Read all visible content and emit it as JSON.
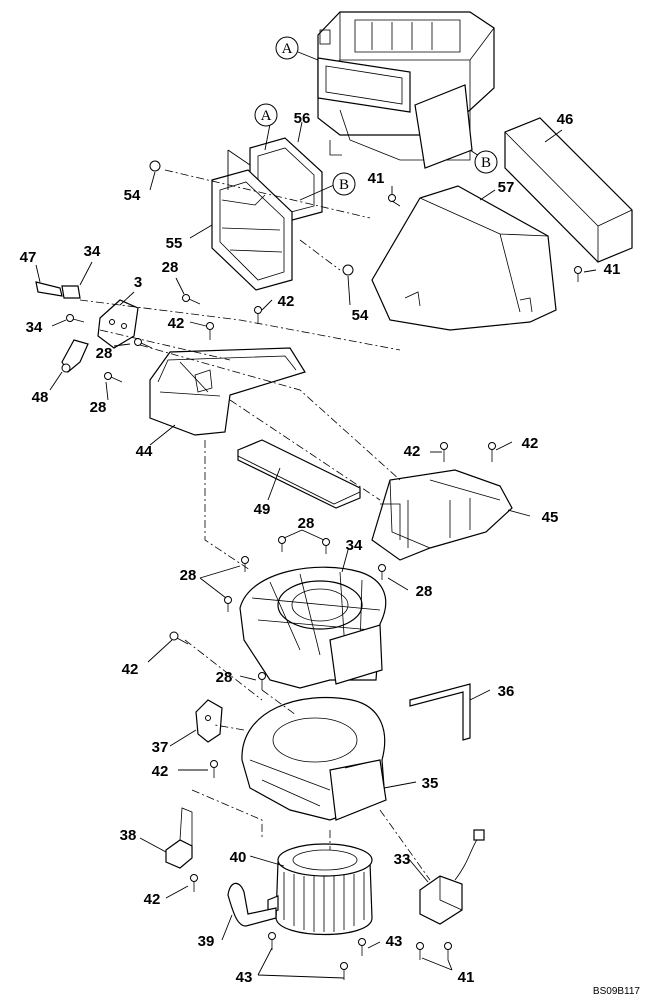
{
  "diagram_code": "BS09B117",
  "reference_letters": [
    {
      "id": "ref-a-top",
      "text": "A"
    },
    {
      "id": "ref-a-filter",
      "text": "A"
    },
    {
      "id": "ref-b-filter",
      "text": "B"
    },
    {
      "id": "ref-b-top",
      "text": "B"
    }
  ],
  "callouts": [
    {
      "id": "c46",
      "text": "46"
    },
    {
      "id": "c56",
      "text": "56"
    },
    {
      "id": "c54a",
      "text": "54"
    },
    {
      "id": "c41a",
      "text": "41"
    },
    {
      "id": "c57",
      "text": "57"
    },
    {
      "id": "c55",
      "text": "55"
    },
    {
      "id": "c41b",
      "text": "41"
    },
    {
      "id": "c54b",
      "text": "54"
    },
    {
      "id": "c47",
      "text": "47"
    },
    {
      "id": "c34a",
      "text": "34"
    },
    {
      "id": "c3",
      "text": "3"
    },
    {
      "id": "c28a",
      "text": "28"
    },
    {
      "id": "c42a",
      "text": "42"
    },
    {
      "id": "c34b",
      "text": "34"
    },
    {
      "id": "c42b",
      "text": "42"
    },
    {
      "id": "c28b",
      "text": "28"
    },
    {
      "id": "c48",
      "text": "48"
    },
    {
      "id": "c28c",
      "text": "28"
    },
    {
      "id": "c44",
      "text": "44"
    },
    {
      "id": "c42c",
      "text": "42"
    },
    {
      "id": "c42d",
      "text": "42"
    },
    {
      "id": "c49",
      "text": "49"
    },
    {
      "id": "c45",
      "text": "45"
    },
    {
      "id": "c28d",
      "text": "28"
    },
    {
      "id": "c34c",
      "text": "34"
    },
    {
      "id": "c28e",
      "text": "28"
    },
    {
      "id": "c28f",
      "text": "28"
    },
    {
      "id": "c42e",
      "text": "42"
    },
    {
      "id": "c28g",
      "text": "28"
    },
    {
      "id": "c36",
      "text": "36"
    },
    {
      "id": "c37",
      "text": "37"
    },
    {
      "id": "c42f",
      "text": "42"
    },
    {
      "id": "c35",
      "text": "35"
    },
    {
      "id": "c38",
      "text": "38"
    },
    {
      "id": "c40",
      "text": "40"
    },
    {
      "id": "c33",
      "text": "33"
    },
    {
      "id": "c42g",
      "text": "42"
    },
    {
      "id": "c39",
      "text": "39"
    },
    {
      "id": "c43a",
      "text": "43"
    },
    {
      "id": "c43b",
      "text": "43"
    },
    {
      "id": "c41c",
      "text": "41"
    }
  ]
}
